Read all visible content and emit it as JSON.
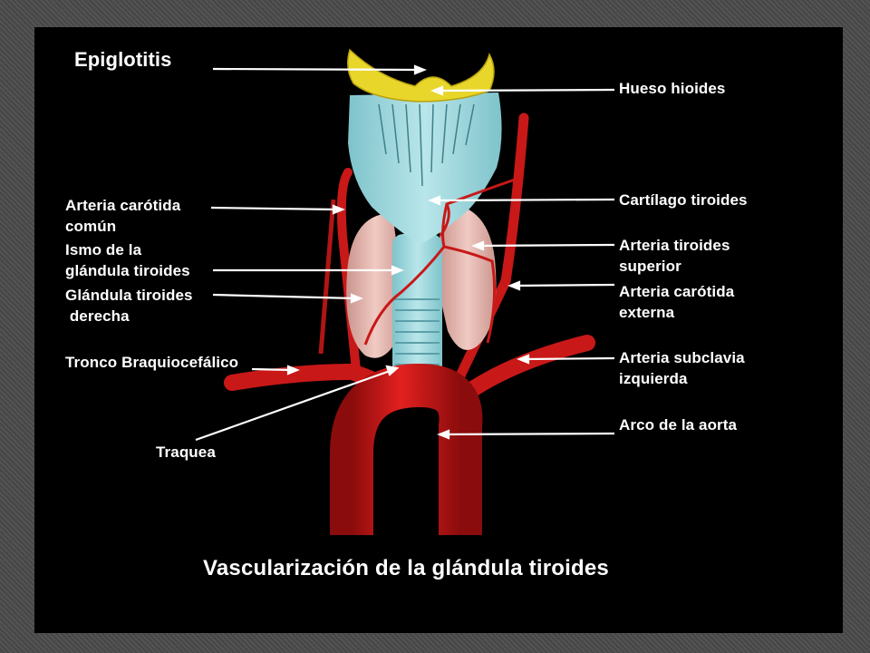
{
  "title": "Epiglotitis",
  "caption": "Vascularización de la glándula tiroides",
  "labels": {
    "hueso_hioides": "Hueso hioides",
    "cartilago_tiroides": "Cartílago tiroides",
    "arteria_tiroides_superior": "Arteria tiroides\nsuperior",
    "arteria_carotida_externa": "Arteria carótida\nexterna",
    "arteria_subclavia_izquierda": "Arteria subclavia\nizquierda",
    "arco_aorta": "Arco de la aorta",
    "arteria_carotida_comun": "Arteria carótida\ncomún",
    "istmo": "Ismo de la\nglándula tiroides",
    "glandula_derecha": "Glándula tiroides\n derecha",
    "tronco_braquiocefalico": "Tronco Braquiocefálico",
    "traquea": "Traquea"
  },
  "colors": {
    "background": "#000000",
    "frame": "#4a4a4a",
    "artery": "#d01818",
    "cartilage": "#9fd6dc",
    "hyoid": "#e8d62a",
    "gland": "#e6b8b0",
    "leader_line": "#ffffff"
  }
}
